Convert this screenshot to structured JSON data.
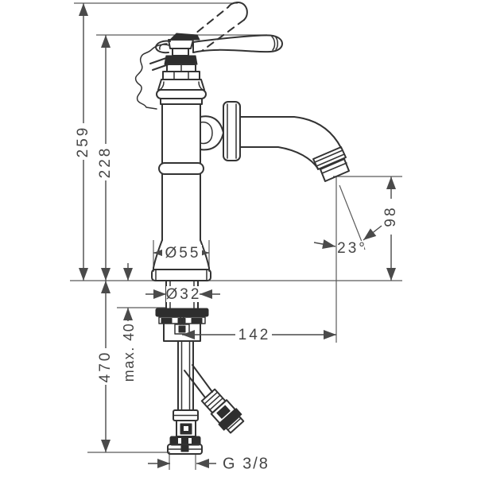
{
  "drawing": {
    "background": "#ffffff",
    "line_color": "#333333",
    "dim_color": "#4a4a4a",
    "labels": {
      "total_height": "259",
      "height_to_lever": "228",
      "hose_length": "470",
      "max_mounting_thickness": "max. 40",
      "base_diameter": "Ø55",
      "shank_diameter": "Ø32",
      "spout_reach": "142",
      "outlet_height": "98",
      "outlet_angle": "23°",
      "connection_thread": "G 3/8"
    }
  }
}
